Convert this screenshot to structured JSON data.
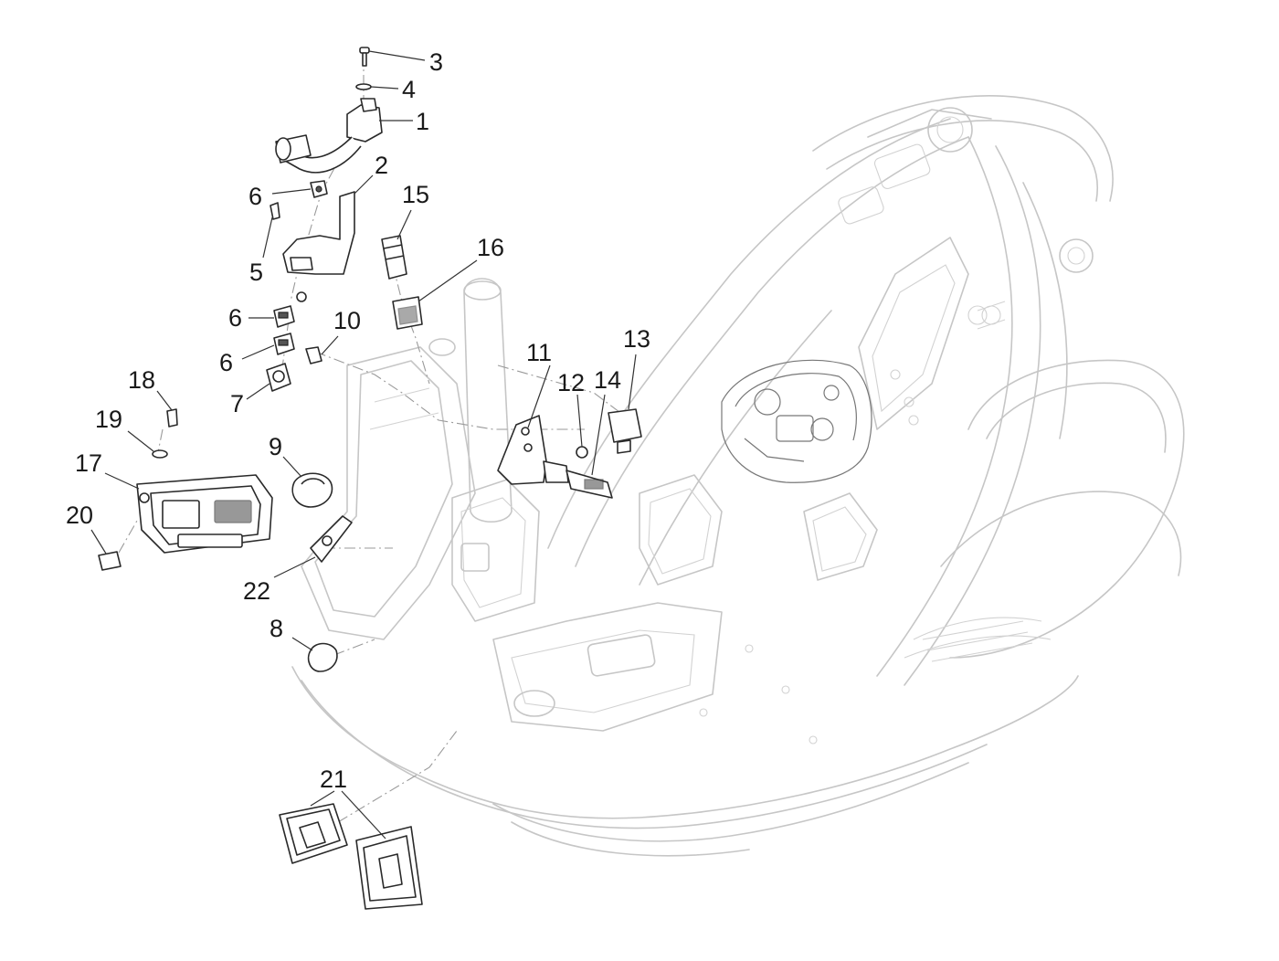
{
  "callouts": {
    "c1": "1",
    "c2": "2",
    "c3": "3",
    "c4": "4",
    "c5": "5",
    "c6a": "6",
    "c6b": "6",
    "c6c": "6",
    "c7": "7",
    "c8": "8",
    "c9": "9",
    "c10": "10",
    "c11": "11",
    "c12": "12",
    "c13": "13",
    "c14": "14",
    "c15": "15",
    "c16": "16",
    "c17": "17",
    "c18": "18",
    "c19": "19",
    "c20": "20",
    "c21": "21",
    "c22": "22"
  }
}
